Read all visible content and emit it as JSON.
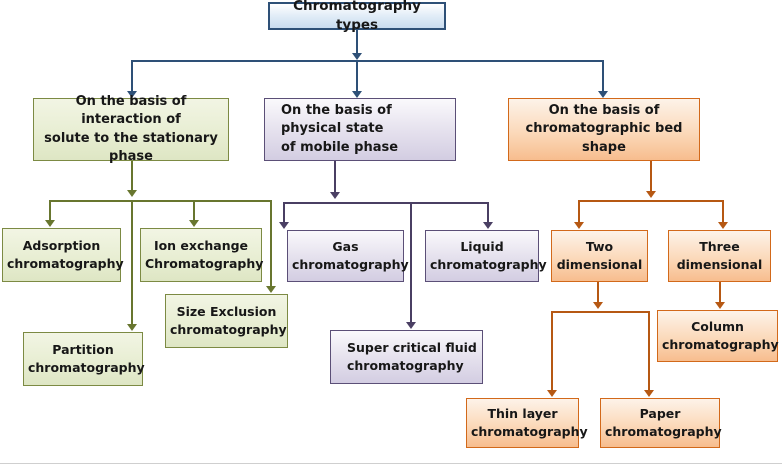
{
  "diagram": {
    "title": "Chromatography types",
    "type": "hierarchical-flowchart",
    "colors": {
      "root_border": "#2e5077",
      "root_fill": "#c9dcef",
      "green_border": "#7c8a43",
      "green_fill": "#e8eed3",
      "purple_border": "#5b4f77",
      "purple_fill": "#e6e2ee",
      "orange_border": "#d2691a",
      "orange_fill": "#fbd9ba"
    },
    "root": {
      "label": "Chromatography types"
    },
    "branches": [
      {
        "id": "interaction",
        "color": "green",
        "head": {
          "line1": "On the basis of interaction of",
          "line2": "solute to the stationary phase"
        },
        "children": [
          {
            "id": "adsorption",
            "line1": "Adsorption",
            "line2": "chromatography"
          },
          {
            "id": "ion-exchange",
            "line1": "Ion exchange",
            "line2": "Chromatography"
          },
          {
            "id": "size-exclusion",
            "line1": "Size Exclusion",
            "line2": "chromatography"
          },
          {
            "id": "partition",
            "line1": "Partition",
            "line2": "chromatography"
          }
        ]
      },
      {
        "id": "mobile-phase",
        "color": "purple",
        "head": {
          "line1": "On the basis of physical state",
          "line2": "of mobile phase"
        },
        "children": [
          {
            "id": "gas",
            "line1": "Gas",
            "line2": "chromatography"
          },
          {
            "id": "liquid",
            "line1": "Liquid",
            "line2": "chromatography"
          },
          {
            "id": "super-critical-fluid",
            "line1": "Super critical fluid",
            "line2": "chromatography"
          }
        ]
      },
      {
        "id": "bed-shape",
        "color": "orange",
        "head": {
          "line1": "On the basis of",
          "line2": "chromatographic bed shape"
        },
        "children": [
          {
            "id": "two-dimensional",
            "line1": "Two",
            "line2": "dimensional"
          },
          {
            "id": "three-dimensional",
            "line1": "Three",
            "line2": "dimensional"
          },
          {
            "id": "column",
            "line1": "Column",
            "line2": "chromatography"
          },
          {
            "id": "thin-layer",
            "line1": "Thin layer",
            "line2": "chromatography"
          },
          {
            "id": "paper",
            "line1": "Paper",
            "line2": "chromatography"
          }
        ]
      }
    ]
  }
}
